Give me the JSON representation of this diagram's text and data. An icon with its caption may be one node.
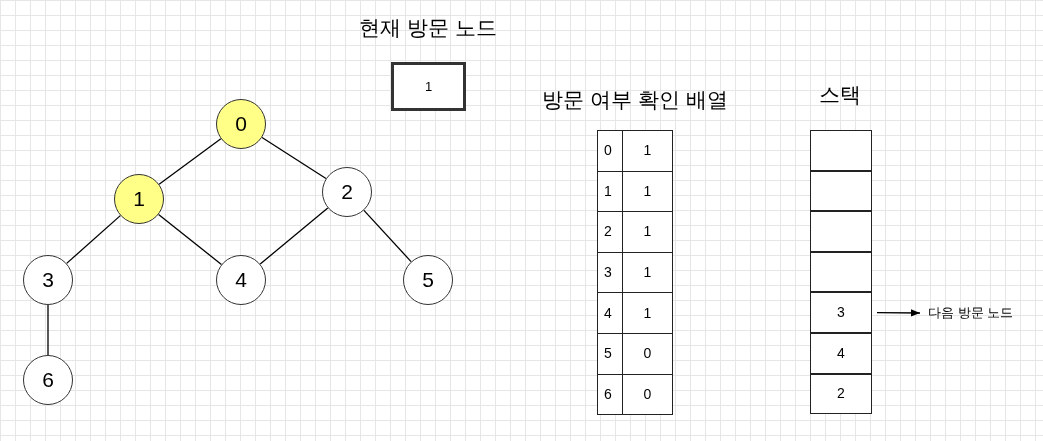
{
  "diagram": {
    "nodes": [
      {
        "text": [
          "0"
        ]
      },
      {
        "text": [
          "1"
        ]
      },
      {
        "text": [
          "2"
        ]
      },
      {
        "text": [
          "3"
        ]
      },
      {
        "text": [
          "4"
        ]
      },
      {
        "text": [
          "5"
        ]
      },
      {
        "text": [
          "6"
        ]
      },
      {
        "text": [
          "1"
        ]
      },
      {
        "text": [],
        "shape": "box"
      },
      {
        "text": [],
        "shape": "box"
      },
      {
        "text": [],
        "shape": "box"
      },
      {
        "text": [],
        "shape": "box"
      },
      {
        "text": [
          "3"
        ]
      },
      {
        "text": [
          "4"
        ]
      },
      {
        "text": [
          "2"
        ]
      },
      {
        "text": [
          "다음 방문 노드"
        ]
      }
    ],
    "edges": [
      {
        "from": 0,
        "to": 1,
        "arrow": "none"
      },
      {
        "from": 0,
        "to": 2,
        "arrow": "none"
      },
      {
        "from": 1,
        "to": 3,
        "arrow": "none"
      },
      {
        "from": 1,
        "to": 4,
        "arrow": "none"
      },
      {
        "from": 2,
        "to": 4,
        "arrow": "none"
      },
      {
        "from": 2,
        "to": 5,
        "arrow": "none"
      },
      {
        "from": 3,
        "to": 6,
        "arrow": "none"
      },
      {
        "from": 12,
        "to": 15,
        "arrow": "to"
      }
    ],
    "labels": [
      "현재 방문 노드",
      "방문 여부 확인 배열",
      "스택",
      "0",
      "1",
      "1",
      "1",
      "2",
      "1",
      "3",
      "1",
      "4",
      "1",
      "5",
      "0",
      "6",
      "0"
    ]
  }
}
